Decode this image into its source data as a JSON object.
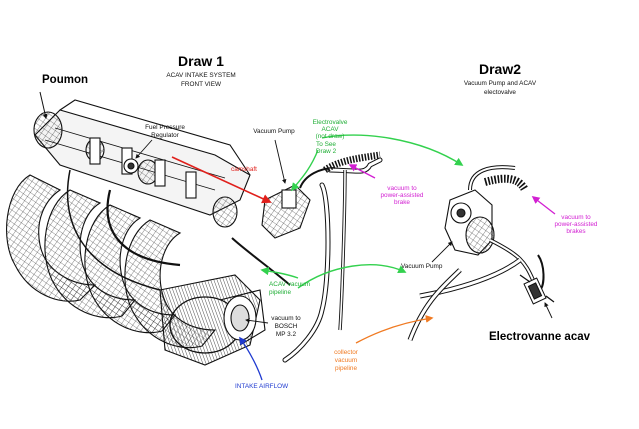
{
  "title_left": "Draw 1",
  "subtitle_left": [
    "ACAV  INTAKE SYSTEM",
    "FRONT VIEW"
  ],
  "title_right": "Draw2",
  "subtitle_right": [
    "Vacuum Pump and ACAV",
    "electovalve"
  ],
  "labels": {
    "poumon": "Poumon",
    "fuel_pressure": [
      "Fuel Pressure",
      "Regulator"
    ],
    "vacuum_pump_1": "Vacuum Pump",
    "electrovalve_acav": [
      "Electrovalve",
      "ACAV",
      "(not draw)",
      "To See",
      "Draw 2"
    ],
    "camshaft": "camshaft",
    "vacuum_brake_1": [
      "vacuum  to",
      "power-assisted",
      "brake"
    ],
    "vacuum_brake_2": [
      "vacuum  to",
      "power-assisted",
      "brakes"
    ],
    "vacuum_pump_2": "Vacuum Pump",
    "acav_vacuum_pipeline": [
      "ACAV vacuum",
      "pipeline"
    ],
    "vacuum_to_bosch": [
      "vacuum to",
      "BOSCH",
      "MP 3.2"
    ],
    "collector_vacuum": [
      "collector",
      "vacuum",
      "pipeline"
    ],
    "intake_airflow": "INTAKE  AIRFLOW",
    "electrovanne": "Electrovanne acav"
  },
  "colors": {
    "red": "#e0201c",
    "green": "#33d14e",
    "magenta": "#d21fd2",
    "orange": "#f07a22",
    "blue": "#1f3ad0",
    "line": "#111111"
  }
}
